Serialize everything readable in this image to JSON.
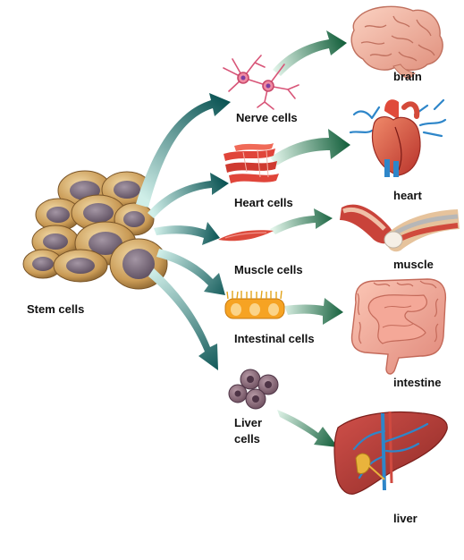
{
  "diagram": {
    "source_label": "Stem cells",
    "cell_types": [
      {
        "label": "Nerve cells",
        "organ": "brain"
      },
      {
        "label": "Heart cells",
        "organ": "heart"
      },
      {
        "label": "Muscle cells",
        "organ": "muscle"
      },
      {
        "label": "Intestinal cells",
        "organ": "intestine"
      },
      {
        "label_line1": "Liver",
        "label_line2": "cells",
        "organ": "liver"
      }
    ]
  },
  "colors": {
    "arrow_dark": "#0b4f4f",
    "arrow_light": "#cfeee8",
    "organ_arrow_dark": "#14603c",
    "organ_arrow_light": "#d9f3e3",
    "stem_cell": "#c99a55",
    "stem_nucleus": "#6f6070",
    "nerve": "#e46a85",
    "muscle_fiber": "#d8443a",
    "intestine": "#f0a08f",
    "liver": "#a8322c",
    "vessel": "#2e86c9",
    "brain": "#f2b0a0",
    "heart": "#d44a3a"
  }
}
